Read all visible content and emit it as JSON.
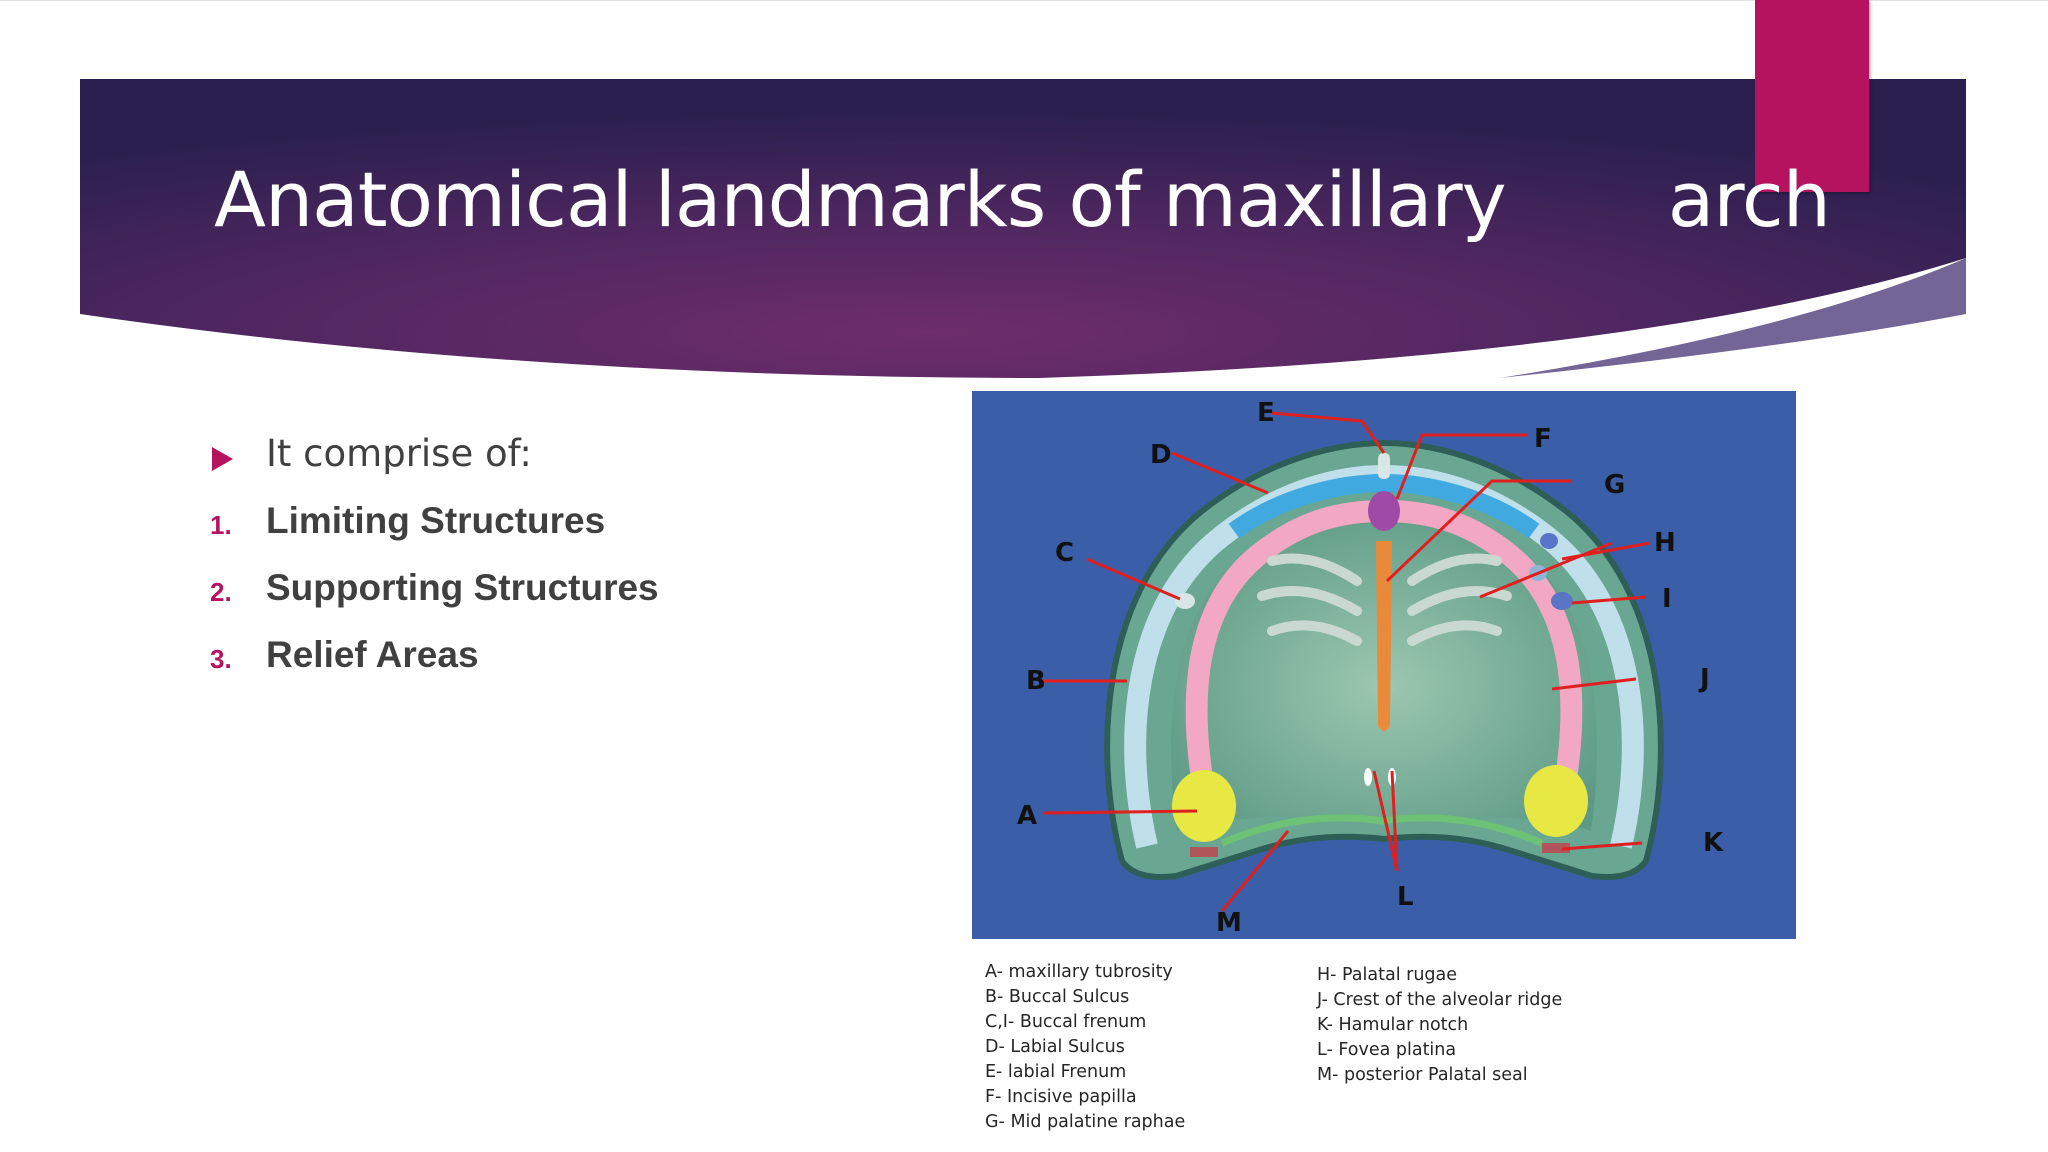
{
  "slide": {
    "title": "Anatomical landmarks of maxillary       arch",
    "intro": "It comprise of:",
    "items": [
      {
        "number": "1.",
        "label": "Limiting Structures"
      },
      {
        "number": "2.",
        "label": "Supporting Structures"
      },
      {
        "number": "3.",
        "label": "Relief Areas"
      }
    ]
  },
  "figure": {
    "labels": [
      "A",
      "B",
      "C",
      "D",
      "E",
      "F",
      "G",
      "H",
      "I",
      "J",
      "K",
      "L",
      "M"
    ]
  },
  "legend": {
    "left": [
      "A- maxillary tubrosity",
      "B- Buccal Sulcus",
      "C,I- Buccal frenum",
      "D- Labial Sulcus",
      "E- labial Frenum",
      "F- Incisive papilla",
      "G- Mid palatine raphae"
    ],
    "right": [
      "H- Palatal rugae",
      "J- Crest of the alveolar ridge",
      "K- Hamular notch",
      "L- Fovea platina",
      "M- posterior Palatal seal"
    ]
  },
  "colors": {
    "accent": "#b5135f",
    "banner_dark": "#2a1f4e",
    "banner_mid": "#6a2f6a",
    "figure_bg": "#3a5fa8"
  }
}
